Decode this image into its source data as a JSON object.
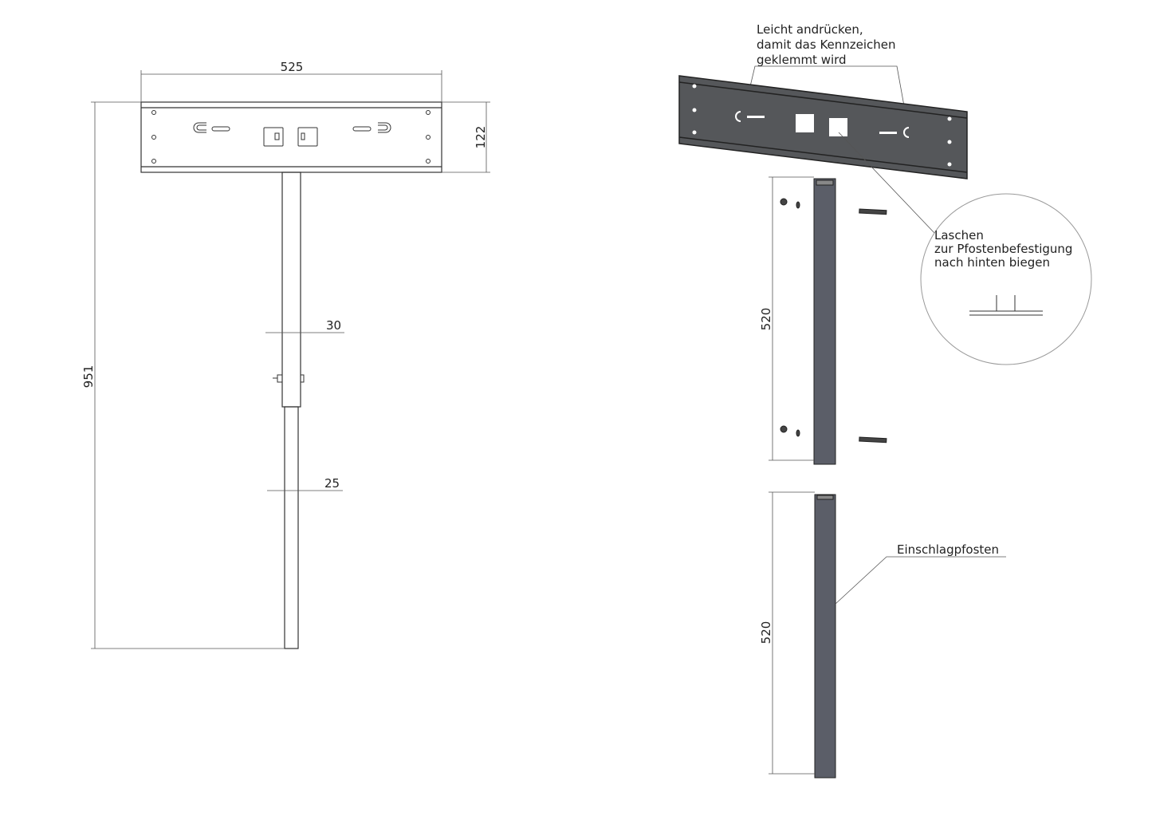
{
  "front_view": {
    "dim_width": "525",
    "dim_plate_height": "122",
    "dim_total_height": "951",
    "dim_upper_post": "30",
    "dim_lower_post": "25"
  },
  "exploded_view": {
    "note_clamp": [
      "Leicht andrücken,",
      "damit das Kennzeichen",
      "geklemmt wird"
    ],
    "note_tabs": [
      "Laschen",
      "zur Pfostenbefestigung",
      "nach hinten biegen"
    ],
    "dim_upper_post": "520",
    "dim_lower_post": "520",
    "label_post": "Einschlagpfosten",
    "colors": {
      "plate": "#55575a",
      "post": "#5b5e68"
    }
  }
}
